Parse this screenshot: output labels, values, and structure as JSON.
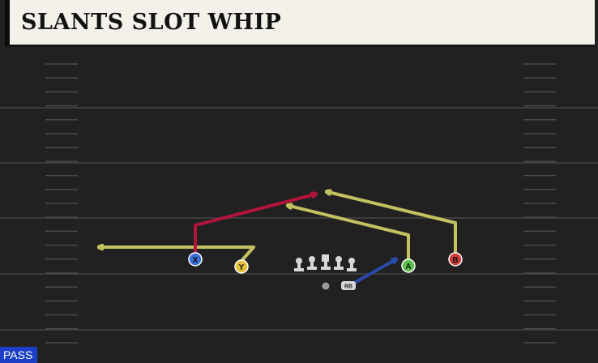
{
  "play": {
    "title": "SLANTS SLOT WHIP",
    "type_label": "PASS"
  },
  "colors": {
    "field": "#212122",
    "yard_line": "#3c3c3e",
    "hash_mark": "#4a4a4c",
    "banner_bg": "#f3f1ea",
    "badge_bg": "#1c3fc8",
    "route_yellow": "#c4c160",
    "route_red": "#b3143a",
    "route_blue": "#2a4aa8",
    "lineman": "#d8d8d8",
    "qb": "#9a9a9a"
  },
  "players": [
    {
      "id": "X",
      "label": "X",
      "color": "#3b6fd8",
      "route_color": "#b3143a"
    },
    {
      "id": "Y",
      "label": "Y",
      "color": "#e6c23a",
      "route_color": "#c4c160"
    },
    {
      "id": "A",
      "label": "A",
      "color": "#5cc34a",
      "route_color": "#c4c160"
    },
    {
      "id": "B",
      "label": "B",
      "color": "#d23a3a",
      "route_color": "#c4c160"
    },
    {
      "id": "RB",
      "label": "RB",
      "color": "#d8d8d8",
      "route_color": "#2a4aa8"
    }
  ],
  "line": {
    "linemen_count": 5,
    "center_icon": "center-lineman-icon",
    "qb_icon": "quarterback-dot-icon"
  }
}
